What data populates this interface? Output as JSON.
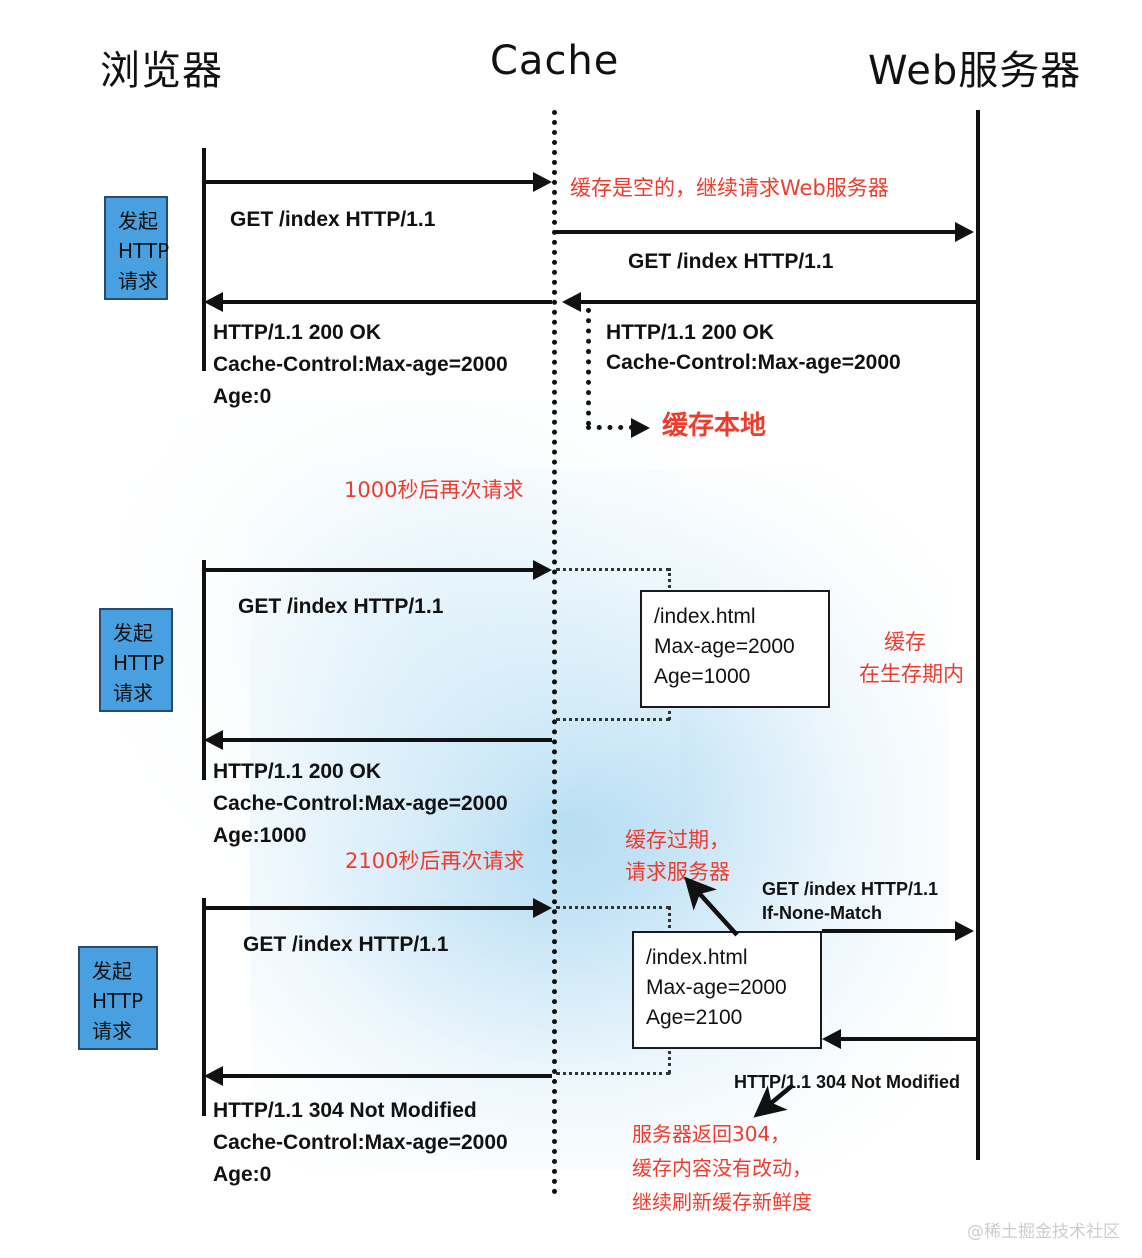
{
  "diagram": {
    "title_browser": "浏览器",
    "title_cache": "Cache",
    "title_server": "Web服务器",
    "watermark": "@稀土掘金技术社区",
    "accent_red": "#ef3b2d",
    "accent_blue": "#49a0e0"
  },
  "actors": [
    {
      "name": "browser",
      "label": "浏览器"
    },
    {
      "name": "cache",
      "label": "Cache"
    },
    {
      "name": "server",
      "label": "Web服务器"
    }
  ],
  "blue_boxes": [
    {
      "line1": "发起",
      "line2": "HTTP",
      "line3": "请求"
    },
    {
      "line1": "发起",
      "line2": "HTTP",
      "line3": "请求"
    },
    {
      "line1": "发起",
      "line2": "HTTP",
      "line3": "请求"
    }
  ],
  "sequence": {
    "round1": {
      "req_browser_to_cache": "GET /index HTTP/1.1",
      "note_cache_empty": "缓存是空的，继续请求Web服务器",
      "req_cache_to_server": "GET /index HTTP/1.1",
      "resp_server_to_cache_l1": "HTTP/1.1 200 OK",
      "resp_server_to_cache_l2": "Cache-Control:Max-age=2000",
      "resp_cache_to_browser_l1": "HTTP/1.1 200 OK",
      "resp_cache_to_browser_l2": "Cache-Control:Max-age=2000",
      "resp_cache_to_browser_l3": "Age:0",
      "note_store_local": "缓存本地"
    },
    "round2": {
      "note_retry": "1000秒后再次请求",
      "req_browser_to_cache": "GET /index HTTP/1.1",
      "cache_entry": {
        "line1": "/index.html",
        "line2": "Max-age=2000",
        "line3": "Age=1000"
      },
      "note_fresh_l1": "缓存",
      "note_fresh_l2": "在生存期内",
      "resp_cache_to_browser_l1": "HTTP/1.1 200 OK",
      "resp_cache_to_browser_l2": "Cache-Control:Max-age=2000",
      "resp_cache_to_browser_l3": "Age:1000"
    },
    "round3": {
      "note_retry": "2100秒后再次请求",
      "req_browser_to_cache": "GET /index HTTP/1.1",
      "note_expired_l1": "缓存过期，",
      "note_expired_l2": "请求服务器",
      "cache_entry": {
        "line1": "/index.html",
        "line2": "Max-age=2000",
        "line3": "Age=2100"
      },
      "req_cache_to_server_l1": "GET /index HTTP/1.1",
      "req_cache_to_server_l2": "If-None-Match",
      "resp_server_to_cache": "HTTP/1.1 304 Not Modified",
      "note_304_l1": "服务器返回304，",
      "note_304_l2": "缓存内容没有改动，",
      "note_304_l3": "继续刷新缓存新鲜度",
      "resp_cache_to_browser_l1": "HTTP/1.1 304 Not Modified",
      "resp_cache_to_browser_l2": "Cache-Control:Max-age=2000",
      "resp_cache_to_browser_l3": "Age:0"
    }
  }
}
